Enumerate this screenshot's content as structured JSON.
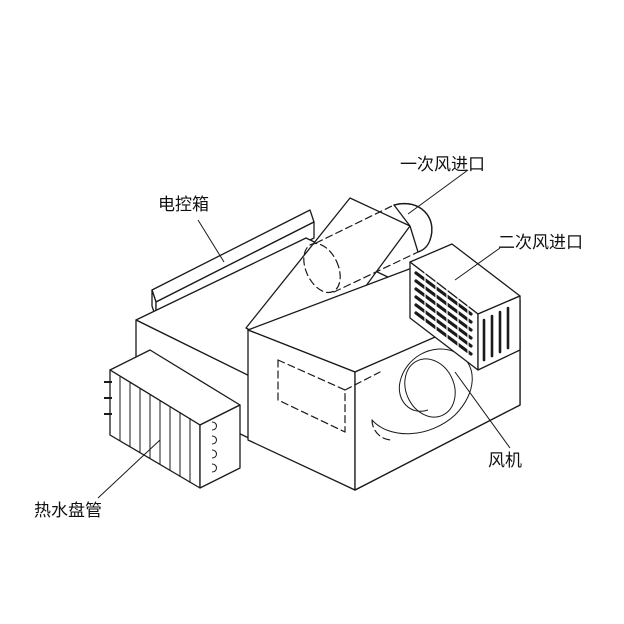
{
  "labels": {
    "control_box": "电控箱",
    "primary_air_inlet": "一次风进口",
    "secondary_air_inlet": "二次风进口",
    "fan": "风机",
    "hot_water_coil": "热水盘管"
  }
}
